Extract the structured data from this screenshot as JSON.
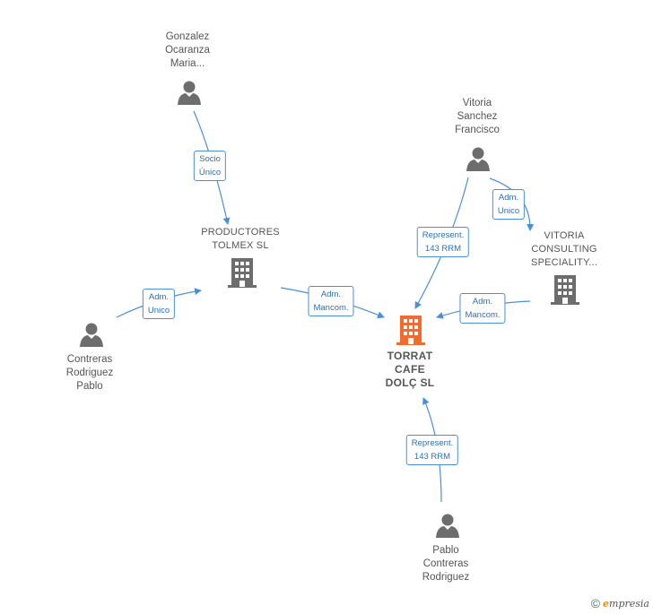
{
  "nodes": {
    "gonzalez": {
      "label": "Gonzalez\nOcaranza\nMaria..."
    },
    "vitoria_person": {
      "label": "Vitoria\nSanchez\nFrancisco"
    },
    "productores": {
      "label": "PRODUCTORES\nTOLMEX  SL"
    },
    "vitoria_consulting": {
      "label": "VITORIA\nCONSULTING\nSPECIALITY..."
    },
    "contreras": {
      "label": "Contreras\nRodriguez\nPablo"
    },
    "torrat": {
      "label": "TORRAT\nCAFE\nDOLÇ  SL"
    },
    "pablo": {
      "label": "Pablo\nContreras\nRodriguez"
    }
  },
  "edges": {
    "e1": {
      "label": "Socio\nÚnico"
    },
    "e2": {
      "label": "Represent.\n143 RRM"
    },
    "e3": {
      "label": "Adm.\nUnico"
    },
    "e4": {
      "label": "Adm.\nUnico"
    },
    "e5": {
      "label": "Adm.\nMancom."
    },
    "e6": {
      "label": "Adm.\nMancom."
    },
    "e7": {
      "label": "Represent.\n143 RRM"
    }
  },
  "colors": {
    "edge": "#4a90d9",
    "person": "#6d6d6d",
    "company": "#6d6d6d",
    "main_company": "#f26a30"
  },
  "footer": {
    "copyright": "©",
    "brand_initial": "e",
    "brand_rest": "mpresia"
  }
}
